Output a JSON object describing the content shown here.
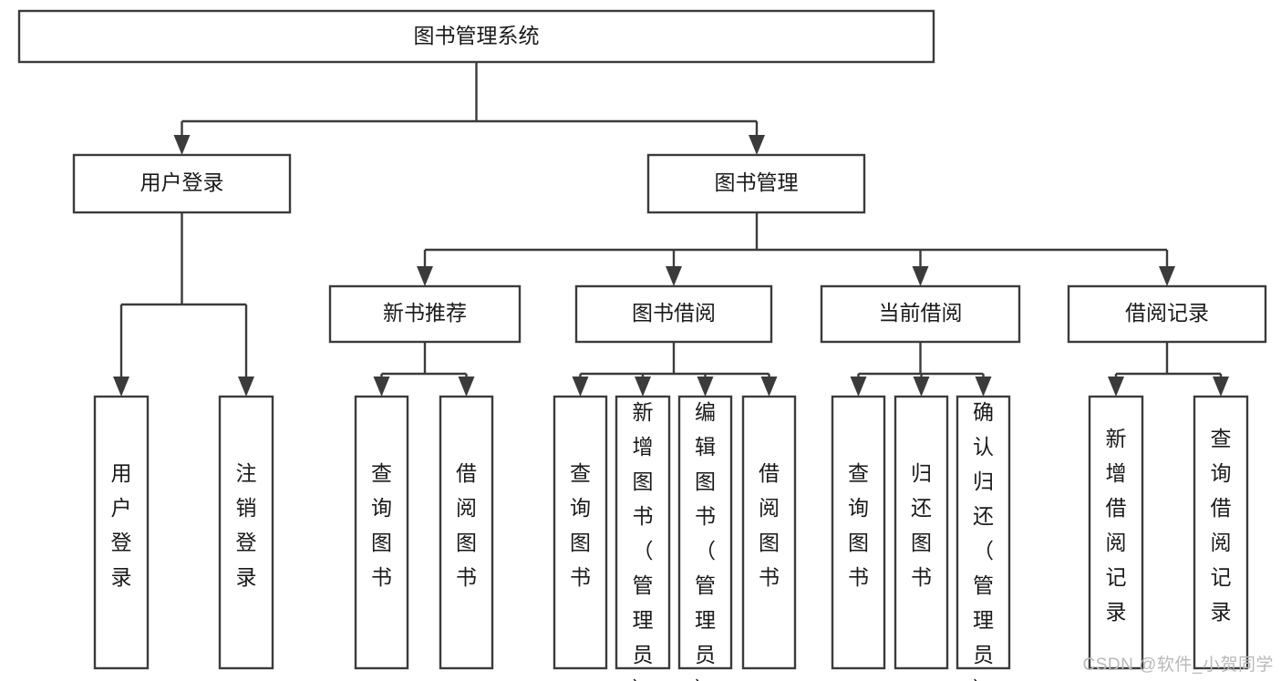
{
  "diagram": {
    "type": "tree-hierarchy-diagram",
    "title": "图书管理系统",
    "orientation": "top-down",
    "colors": {
      "box_fill": "#ffffff",
      "box_stroke": "#3b3b3b",
      "text": "#1a1a1a",
      "background": "#ffffff",
      "watermark": "#b9b9b9"
    },
    "root": {
      "label": "图书管理系统"
    },
    "level2": [
      {
        "label": "用户登录"
      },
      {
        "label": "图书管理"
      }
    ],
    "level3": [
      {
        "label": "新书推荐"
      },
      {
        "label": "图书借阅"
      },
      {
        "label": "当前借阅"
      },
      {
        "label": "借阅记录"
      }
    ],
    "leaves_user_login": [
      {
        "label": "用户登录"
      },
      {
        "label": "注销登录"
      }
    ],
    "leaves_new_book": [
      {
        "label": "查询图书"
      },
      {
        "label": "借阅图书"
      }
    ],
    "leaves_borrow": [
      {
        "label": "查询图书"
      },
      {
        "label": "新增图书（管理员）"
      },
      {
        "label": "编辑图书（管理员）"
      },
      {
        "label": "借阅图书"
      }
    ],
    "leaves_current": [
      {
        "label": "查询图书"
      },
      {
        "label": "归还图书"
      },
      {
        "label": "确认归还（管理员）"
      }
    ],
    "leaves_record": [
      {
        "label": "新增借阅记录"
      },
      {
        "label": "查询借阅记录"
      }
    ]
  },
  "watermark": {
    "text": "CSDN @软件_小贺同学"
  }
}
